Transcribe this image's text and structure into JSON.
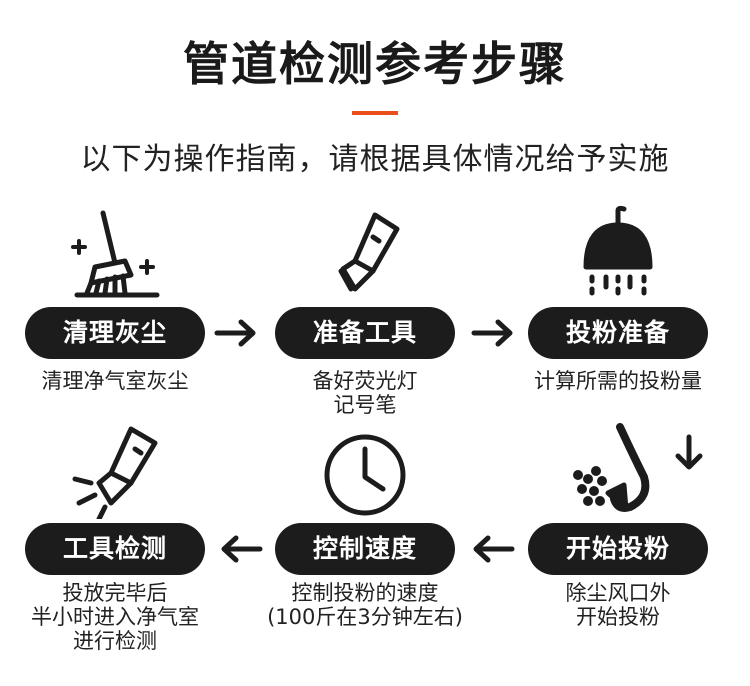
{
  "header": {
    "title": "管道检测参考步骤",
    "subtitle": "以下为操作指南，请根据具体情况给予实施",
    "accent_color": "#e94e1b"
  },
  "steps": [
    {
      "id": "clean",
      "icon": "broom-icon",
      "label": "清理灰尘",
      "desc": [
        "清理净气室灰尘"
      ]
    },
    {
      "id": "prepare",
      "icon": "flashlight-icon",
      "label": "准备工具",
      "desc": [
        "备好荧光灯",
        "记号笔"
      ]
    },
    {
      "id": "powder-prep",
      "icon": "shower-head-icon",
      "label": "投粉准备",
      "desc": [
        "计算所需的投粉量"
      ]
    },
    {
      "id": "start",
      "icon": "spray-pipe-icon",
      "label": "开始投粉",
      "desc": [
        "除尘风口外",
        "开始投粉"
      ]
    },
    {
      "id": "speed",
      "icon": "clock-icon",
      "label": "控制速度",
      "desc": [
        "控制投粉的速度",
        "(100斤在3分钟左右)"
      ]
    },
    {
      "id": "check",
      "icon": "flashlight-lit-icon",
      "label": "工具检测",
      "desc": [
        "投放完毕后",
        "半小时进入净气室",
        "进行检测"
      ]
    }
  ],
  "colors": {
    "pill": "#1c1c1c",
    "text": "#1a1a1a"
  }
}
